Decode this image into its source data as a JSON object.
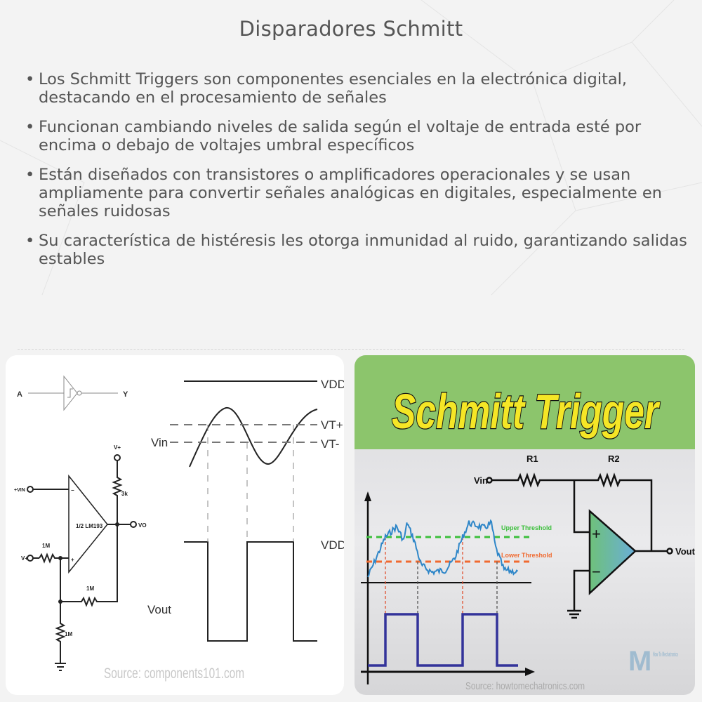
{
  "title": "Disparadores Schmitt",
  "bullets": [
    "Los Schmitt Triggers son componentes esenciales en la electrónica digital, destacando en el procesamiento de señales",
    "Funcionan cambiando niveles de salida según el voltaje de entrada esté por encima o debajo de voltajes umbral específicos",
    "Están diseñados con transistores o amplificadores operacionales y se usan ampliamente para convertir señales analógicas en digitales, especialmente en señales ruidosas",
    "Su característica de histéresis les otorga inmunidad al ruido, garantizando salidas estables"
  ],
  "bullet_glyph": "•",
  "left_image": {
    "gate_input": "A",
    "gate_output": "Y",
    "vdd_top": "VDD",
    "vt_plus": "VT+",
    "vt_minus": "VT-",
    "vin": "Vin",
    "vdd_out": "VDD",
    "vout": "Vout",
    "opamp_label": "1/2 LM193",
    "vin_terminal": "+VIN",
    "vplus_left": "V+",
    "vplus_top": "V+",
    "r_pullup": "3k",
    "r_input": "1M",
    "r_feedback": "1M",
    "r_ground": "1M",
    "vo": "VO",
    "source": "Source: components101.com"
  },
  "right_image": {
    "heading": "Schmitt Trigger",
    "vin": "Vin",
    "r1": "R1",
    "r2": "R2",
    "vout": "Vout",
    "plus": "+",
    "minus": "−",
    "upper_threshold": "Upper Threshold",
    "lower_threshold": "Lower Threshold",
    "logo": "How To Mechatronics",
    "source": "Source: howtomechatronics.com",
    "colors": {
      "header": "#8cc56c",
      "heading_text": "#f5e626",
      "signal": "#2e86c8",
      "square": "#33339a",
      "upper": "#3cbf3c",
      "lower": "#f06a30",
      "opamp": "#6ec18a"
    }
  }
}
